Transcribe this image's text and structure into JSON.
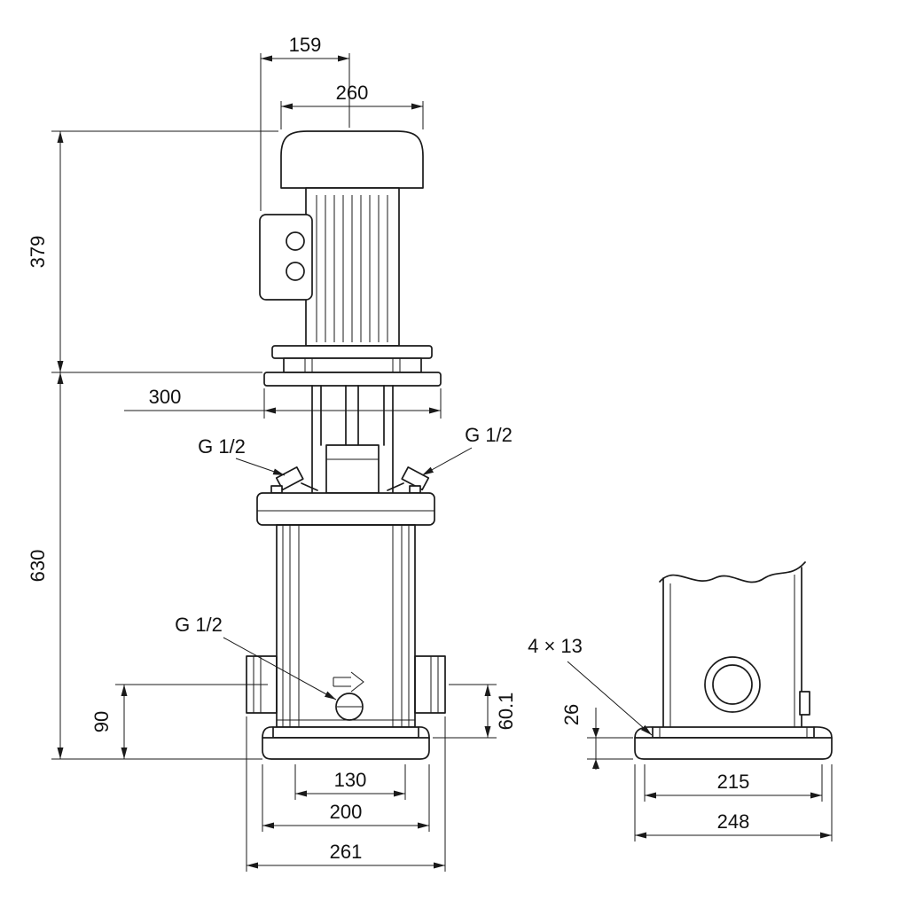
{
  "colors": {
    "line": "#1a1a1a",
    "background": "#ffffff"
  },
  "front_view": {
    "dim_motor_top_width": "159",
    "dim_motor_width": "260",
    "dim_motor_height": "379",
    "dim_coupling_flange_width": "300",
    "dim_pump_height": "630",
    "thread_gauge_left": "G 1/2",
    "thread_gauge_right": "G 1/2",
    "thread_drain": "G 1/2",
    "dim_port_center_to_base_top": "60.1",
    "dim_port_center_height": "90",
    "dim_base_inner_width": "130",
    "dim_base_width": "200",
    "dim_overall_width": "261"
  },
  "side_view": {
    "bolt_holes": "4 × 13",
    "dim_base_height": "26",
    "dim_bolt_spacing": "215",
    "dim_base_depth": "248"
  }
}
